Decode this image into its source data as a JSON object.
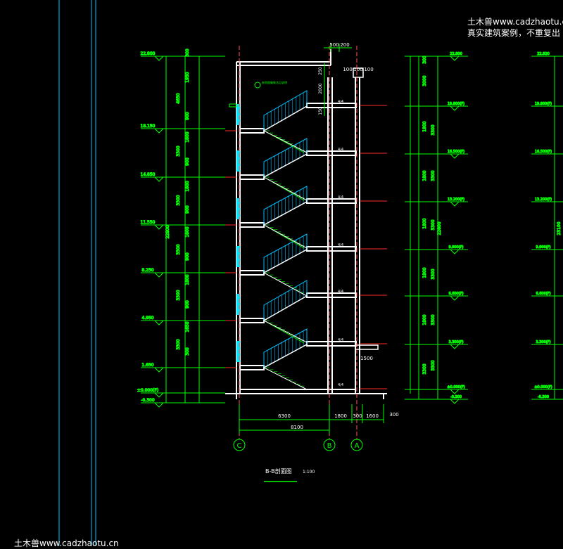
{
  "watermark": {
    "top_line1": "土木兽www.cadzhaotu.c",
    "top_line2": "真实建筑案例，不重复出",
    "bottom": "土木兽www.cadzhaotu.cn"
  },
  "drawing": {
    "title": "B-B剖面图",
    "scale": "1:100",
    "grid_axes": [
      "C",
      "B",
      "A"
    ],
    "left_elevations": [
      "22.800",
      "18.150",
      "14.850",
      "11.550",
      "8.250",
      "4.950",
      "1.650",
      "±0.000(F)",
      "-0.300"
    ],
    "left_dims_outer": [
      "300",
      "1950",
      "900",
      "1800",
      "900",
      "1800",
      "900",
      "1800",
      "900",
      "1800",
      "900",
      "1650",
      "300"
    ],
    "left_dims_mid": [
      "4650",
      "3300",
      "3300",
      "3300",
      "3300",
      "3300"
    ],
    "left_total": "22800",
    "right_elevations": [
      "22.800",
      "19.800(F)",
      "16.500(F)",
      "13.200(F)",
      "9.900(F)",
      "6.600(F)",
      "3.300(F)",
      "±0.000(F)",
      "-0.300"
    ],
    "right_dims_outer": [
      "300",
      "3000",
      "1800",
      "1800",
      "1800",
      "1800",
      "1800",
      "3300"
    ],
    "right_dims_mid": [
      "3300",
      "3300",
      "3300",
      "3300",
      "3300",
      "3300"
    ],
    "right_total": "22800",
    "far_right_elevations": [
      "22.920",
      "19.800(F)",
      "16.500(F)",
      "13.200(F)",
      "9.900(F)",
      "6.600(F)",
      "3.300(F)",
      "±0.000(F)",
      "-0.300"
    ],
    "far_right_total": "23100",
    "bottom_dims": [
      "6300",
      "1800",
      "300",
      "1600"
    ],
    "bottom_total": "8100",
    "top_dims": [
      "500",
      "200",
      "100",
      "100",
      "100",
      "250",
      "2000",
      "150",
      "1500",
      "300"
    ],
    "floor_tags": [
      "4/4",
      "4/4",
      "4/4",
      "4/4",
      "4/4",
      "4/4",
      "4/4"
    ],
    "annotation_note": "参照图集做法见说明"
  },
  "colors": {
    "background": "#000000",
    "dimension": "#00ff00",
    "structure": "#ffffff",
    "stair_rail": "#00bfff",
    "axis_line": "#ff2a2a",
    "frame_line": "#00c8ff"
  }
}
